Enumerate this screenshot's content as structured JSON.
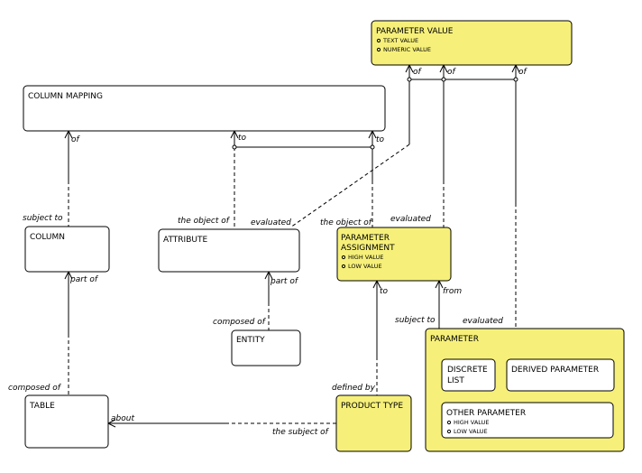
{
  "entities": {
    "parameter_value": {
      "title": "PARAMETER VALUE",
      "attributes": [
        "TEXT VALUE",
        "NUMERIC VALUE"
      ]
    },
    "column_mapping": {
      "title": "COLUMN MAPPING"
    },
    "column": {
      "title": "COLUMN"
    },
    "attribute": {
      "title": "ATTRIBUTE"
    },
    "parameter_assignment": {
      "title_lines": [
        "PARAMETER",
        "ASSIGNMENT"
      ],
      "attributes": [
        "HIGH VALUE",
        "LOW VALUE"
      ]
    },
    "entity": {
      "title": "ENTITY"
    },
    "parameter": {
      "title": "PARAMETER",
      "discrete_list": {
        "title_lines": [
          "DISCRETE",
          "LIST"
        ]
      },
      "derived_parameter": {
        "title": "DERIVED PARAMETER"
      },
      "other_parameter": {
        "title": "OTHER PARAMETER",
        "attributes": [
          "HIGH VALUE",
          "LOW VALUE"
        ]
      }
    },
    "table": {
      "title": "TABLE"
    },
    "product_type": {
      "title": "PRODUCT TYPE"
    }
  },
  "relationship_labels": {
    "pv_of_1": "of",
    "pv_of_2": "of",
    "pv_of_3": "of",
    "cm_of": "of",
    "cm_to_1": "to",
    "cm_to_2": "to",
    "column_subject_to": "subject to",
    "attribute_object_of": "the object of",
    "attribute_evaluated": "evaluated",
    "pa_object_of": "the object of",
    "pa_evaluated": "evaluated",
    "column_part_of": "part of",
    "attribute_part_of": "part of",
    "pa_to": "to",
    "pa_from": "from",
    "entity_composed_of": "composed of",
    "param_subject_to": "subject to",
    "param_evaluated": "evaluated",
    "table_composed_of": "composed of",
    "pt_defined_by": "defined by",
    "table_about": "about",
    "pt_subject_of": "the subject of"
  }
}
